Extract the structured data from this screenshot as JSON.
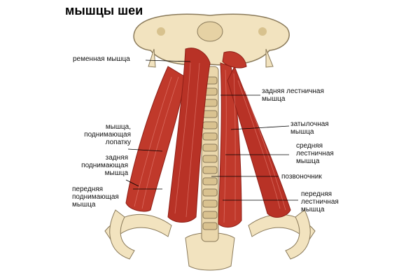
{
  "title": "мышцы шеи",
  "labels": {
    "splenius": "ременная мышца",
    "posterior_scalene_top": "задняя лестничная\nмышца",
    "occipital": "затылочная\nмышца",
    "levator_scapulae": "мышца,\nподнимающая\nлопатку",
    "middle_scalene": "средняя\nлестничная\nмышца",
    "posterior_levator": "задняя\nподнимающая\nмышца",
    "spine": "позвоночник",
    "anterior_levator": "передняя\nподнимающая\nмышца",
    "anterior_scalene": "передняя\nлестничная\nмышца"
  },
  "colors": {
    "muscle": "#c0392b",
    "muscle_dark": "#8e1e16",
    "bone": "#f2e3bf",
    "bone_outline": "#8a7a5a",
    "leader": "#000000"
  }
}
